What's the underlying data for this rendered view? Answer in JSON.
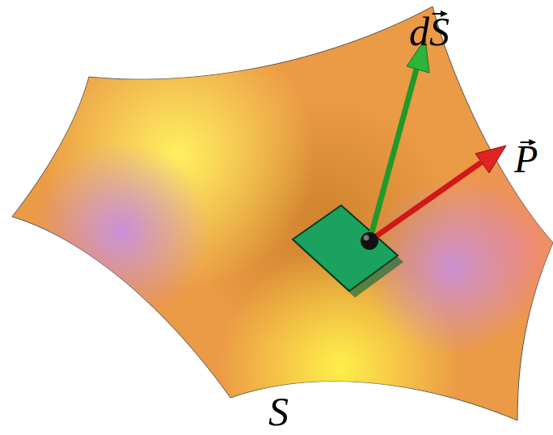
{
  "diagram": {
    "labels": [
      "dS",
      "P",
      "S"
    ]
  }
}
